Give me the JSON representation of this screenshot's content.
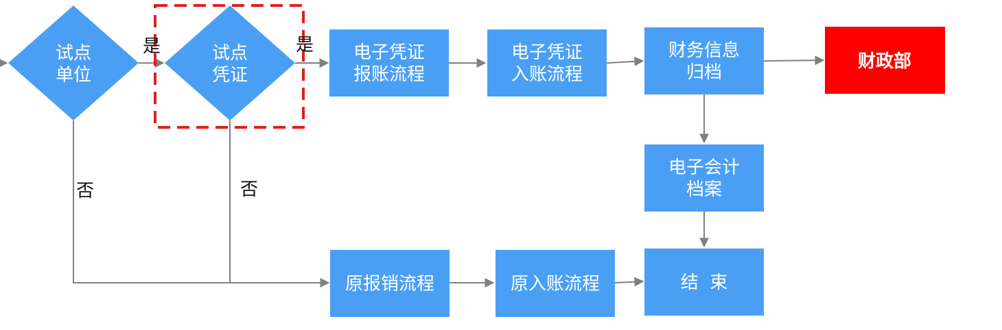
{
  "colors": {
    "node_fill": "#4A9FF5",
    "highlight_fill": "#FF0000",
    "connector": "#808080",
    "dashed_box": "#E01E1E",
    "label_text": "#111111",
    "node_text": "#FFFFFF"
  },
  "decisions": {
    "pilot_unit": {
      "line1": "试点",
      "line2": "单位"
    },
    "pilot_voucher": {
      "line1": "试点",
      "line2": "凭证"
    }
  },
  "boxes": {
    "e_voucher_reimburse": {
      "line1": "电子凭证",
      "line2": "报账流程"
    },
    "e_voucher_posting": {
      "line1": "电子凭证",
      "line2": "入账流程"
    },
    "finance_archive": {
      "line1": "财务信息",
      "line2": "归档"
    },
    "ministry_of_finance": {
      "label": "财政部"
    },
    "e_accounting_archive": {
      "line1": "电子会计",
      "line2": "档案"
    },
    "original_reimburse": {
      "label": "原报销流程"
    },
    "original_posting": {
      "label": "原入账流程"
    },
    "end": {
      "label": "结  束"
    }
  },
  "edge_labels": {
    "yes_1": "是",
    "yes_2": "是",
    "no_1": "否",
    "no_2": "否"
  }
}
